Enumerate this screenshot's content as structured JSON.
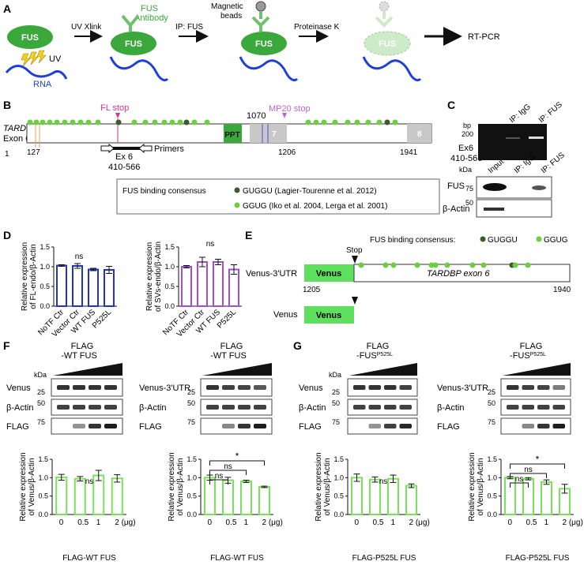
{
  "panels": {
    "A": {
      "letter": "A",
      "steps": [
        "UV Xlink",
        "IP: FUS",
        "Proteinase K",
        "RT-PCR"
      ],
      "fus_label": "FUS",
      "antibody_label_1": "FUS",
      "antibody_label_2": "Antibody",
      "beads_label_1": "Magnetic",
      "beads_label_2": "beads",
      "uv_label": "UV",
      "rna_label": "RNA",
      "colors": {
        "fus": "#3aa83a",
        "antibody": "#6fc06f",
        "rna": "#1f3fd8",
        "uv": "#f2d21a",
        "fus_faded": "#cdebc8"
      }
    },
    "B": {
      "letter": "B",
      "gene_label": "TARDBP",
      "exon_label": "Exon 6",
      "fl_stop": "FL stop",
      "mp20_stop": "MP20 stop",
      "pos_1070": "1070",
      "pos_1": "1",
      "pos_127": "127",
      "pos_1206": "1206",
      "pos_1941": "1941",
      "ppt": "PPT",
      "seg7": "7",
      "seg8": "8",
      "ex6_label": "Ex 6",
      "ex6_range": "410-566",
      "primers": "Primers",
      "legend_title": "FUS binding consensus",
      "legend_guggu": "GUGGU (Lagier-Tourenne et al. 2012)",
      "legend_ggug": "GGUG (Iko et al. 2004, Lerga et al. 2001)",
      "colors": {
        "guggu": "#3b5a2e",
        "ggug": "#6ccf3f",
        "fl_stop": "#d6338a",
        "mp20_stop": "#c062e0",
        "ppt": "#3aa83a"
      }
    },
    "C": {
      "letter": "C",
      "bp": "bp",
      "bp_200": "200",
      "ex6": "Ex6",
      "ex6_range": "410-566",
      "lanes_top": [
        "IP: IgG",
        "IP: FUS"
      ],
      "kda": "kDa",
      "lanes_bottom": [
        "Input",
        "IP: IgG",
        "IP: FUS"
      ],
      "fus_row": "FUS",
      "fus_kda": "75",
      "actin_row": "β-Actin",
      "actin_kda": "50"
    },
    "D": {
      "letter": "D",
      "left": {
        "ylabel1": "Relative expression",
        "ylabel2": "of FL-endo/β-Actin",
        "ns": "ns",
        "categories": [
          "NoTF Ctr",
          "Vector Ctr",
          "WT FUS",
          "P525L"
        ],
        "values": [
          1.03,
          1.02,
          0.93,
          0.92
        ],
        "errors": [
          0.02,
          0.06,
          0.03,
          0.09
        ],
        "yticks": [
          "0.0",
          "0.5",
          "1.0",
          "1.5"
        ],
        "color": "#2233cc"
      },
      "right": {
        "ylabel1": "Relative expression",
        "ylabel2": "of SVs-endo/β-Actin",
        "ns": "ns",
        "categories": [
          "NoTF Ctr",
          "Vector Ctr",
          "WT FUS",
          "P525L"
        ],
        "values": [
          1.0,
          1.12,
          1.12,
          0.93
        ],
        "errors": [
          0.03,
          0.12,
          0.07,
          0.12
        ],
        "yticks": [
          "0.0",
          "0.5",
          "1.0",
          "1.5"
        ],
        "color": "#a14fd1"
      }
    },
    "E": {
      "letter": "E",
      "legend_title": "FUS binding consensus:",
      "legend_guggu": "GUGGU",
      "legend_ggug": "GGUG",
      "stop": "Stop",
      "venus_utr_label": "Venus-3'UTR",
      "venus_box": "Venus",
      "tardbp_exon": "TARDBP exon 6",
      "pos_1205": "1205",
      "pos_1940": "1940",
      "venus_label": "Venus",
      "venus_box2": "Venus",
      "colors": {
        "venus": "#5ee05e"
      }
    },
    "F": {
      "letter": "F",
      "blot_left": {
        "title1": "FLAG",
        "title2": "-WT FUS",
        "kda": "kDa",
        "rows": [
          {
            "label": "Venus",
            "kda": "25"
          },
          {
            "label": "β-Actin",
            "kda": "50"
          },
          {
            "label": "FLAG",
            "kda": "75"
          }
        ]
      },
      "blot_right": {
        "title1": "FLAG",
        "title2": "-WT FUS",
        "rows": [
          {
            "label": "Venus-3'UTR",
            "kda": "25"
          },
          {
            "label": "β-Actin",
            "kda": "50"
          },
          {
            "label": "FLAG",
            "kda": "75"
          }
        ]
      },
      "chart_left": {
        "ylabel1": "Relative expression",
        "ylabel2": "of Venus/β-Actin",
        "ns": "ns",
        "categories": [
          "0",
          "0.5",
          "1",
          "2 (μg)"
        ],
        "values": [
          1.01,
          0.97,
          1.06,
          0.98
        ],
        "errors": [
          0.08,
          0.06,
          0.14,
          0.1
        ],
        "xlabel": "FLAG-WT FUS",
        "yticks": [
          "0.0",
          "0.5",
          "1.0",
          "1.5"
        ]
      },
      "chart_right": {
        "ylabel1": "Relative expression",
        "ylabel2": "of Venus/β-Actin",
        "ns1": "ns",
        "ns2": "ns",
        "star": "*",
        "categories": [
          "0",
          "0.5",
          "1",
          "2 (μg)"
        ],
        "values": [
          1.0,
          0.93,
          0.9,
          0.75
        ],
        "errors": [
          0.07,
          0.08,
          0.03,
          0.02
        ],
        "xlabel": "FLAG-WT FUS",
        "yticks": [
          "0.0",
          "0.5",
          "1.0",
          "1.5"
        ]
      }
    },
    "G": {
      "letter": "G",
      "blot_left": {
        "title1": "FLAG",
        "title2": "-FUS",
        "title_sup": "P525L",
        "kda": "kDa",
        "rows": [
          {
            "label": "Venus",
            "kda": "25"
          },
          {
            "label": "β-Actin",
            "kda": "50"
          },
          {
            "label": "FLAG",
            "kda": "75"
          }
        ]
      },
      "blot_right": {
        "title1": "FLAG",
        "title2": "-FUS",
        "title_sup": "P525L",
        "rows": [
          {
            "label": "Venus-3'UTR",
            "kda": "25"
          },
          {
            "label": "β-Actin",
            "kda": "50"
          },
          {
            "label": "FLAG",
            "kda": "75"
          }
        ]
      },
      "chart_left": {
        "ylabel1": "Relative expression",
        "ylabel2": "of Venus/β-Actin",
        "ns": "ns",
        "categories": [
          "0",
          "0.5",
          "1",
          "2 (μg)"
        ],
        "values": [
          1.0,
          0.95,
          0.97,
          0.78
        ],
        "errors": [
          0.1,
          0.07,
          0.1,
          0.05
        ],
        "xlabel": "FLAG-P525L FUS",
        "yticks": [
          "0.0",
          "0.5",
          "1.0",
          "1.5"
        ]
      },
      "chart_right": {
        "ylabel1": "Relative expression",
        "ylabel2": "of Venus/β-Actin",
        "ns1": "ns",
        "ns2": "ns",
        "star": "*",
        "categories": [
          "0",
          "0.5",
          "1",
          "2 (μg)"
        ],
        "values": [
          1.0,
          0.97,
          0.88,
          0.7
        ],
        "errors": [
          0.03,
          0.03,
          0.06,
          0.12
        ],
        "xlabel": "FLAG-P525L FUS",
        "yticks": [
          "0.0",
          "0.5",
          "1.0",
          "1.5"
        ]
      },
      "bar_color": "#7be05a"
    }
  },
  "chart_data": [
    {
      "type": "bar",
      "categories": [
        "NoTF Ctr",
        "Vector Ctr",
        "WT FUS",
        "P525L"
      ],
      "values": [
        1.03,
        1.02,
        0.93,
        0.92
      ],
      "ylabel": "Relative expression of FL-endo/β-Actin",
      "ylim": [
        0,
        1.5
      ]
    },
    {
      "type": "bar",
      "categories": [
        "NoTF Ctr",
        "Vector Ctr",
        "WT FUS",
        "P525L"
      ],
      "values": [
        1.0,
        1.12,
        1.12,
        0.93
      ],
      "ylabel": "Relative expression of SVs-endo/β-Actin",
      "ylim": [
        0,
        1.5
      ]
    },
    {
      "type": "bar",
      "categories": [
        "0",
        "0.5",
        "1",
        "2 (μg)"
      ],
      "values": [
        1.01,
        0.97,
        1.06,
        0.98
      ],
      "xlabel": "FLAG-WT FUS",
      "ylabel": "Relative expression of Venus/β-Actin",
      "ylim": [
        0,
        1.5
      ]
    },
    {
      "type": "bar",
      "categories": [
        "0",
        "0.5",
        "1",
        "2 (μg)"
      ],
      "values": [
        1.0,
        0.93,
        0.9,
        0.75
      ],
      "xlabel": "FLAG-WT FUS",
      "ylabel": "Relative expression of Venus/β-Actin",
      "ylim": [
        0,
        1.5
      ]
    },
    {
      "type": "bar",
      "categories": [
        "0",
        "0.5",
        "1",
        "2 (μg)"
      ],
      "values": [
        1.0,
        0.95,
        0.97,
        0.78
      ],
      "xlabel": "FLAG-P525L FUS",
      "ylabel": "Relative expression of Venus/β-Actin",
      "ylim": [
        0,
        1.5
      ]
    },
    {
      "type": "bar",
      "categories": [
        "0",
        "0.5",
        "1",
        "2 (μg)"
      ],
      "values": [
        1.0,
        0.97,
        0.88,
        0.7
      ],
      "xlabel": "FLAG-P525L FUS",
      "ylabel": "Relative expression of Venus/β-Actin",
      "ylim": [
        0,
        1.5
      ]
    }
  ]
}
